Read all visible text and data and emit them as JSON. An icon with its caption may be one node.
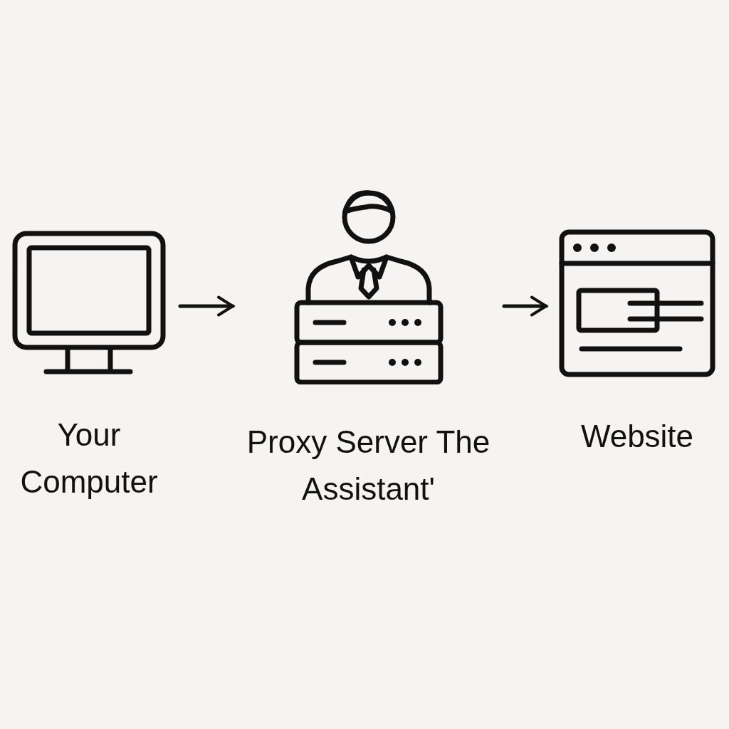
{
  "diagram": {
    "nodes": [
      {
        "text": [
          "Your Computer"
        ]
      },
      {
        "text": [
          "Proxy Server The Assistant'"
        ]
      },
      {
        "text": [
          "Website"
        ]
      }
    ],
    "edges": [
      {
        "from": 0,
        "to": 1,
        "arrow": "to"
      },
      {
        "from": 1,
        "to": 2,
        "arrow": "to"
      }
    ]
  }
}
